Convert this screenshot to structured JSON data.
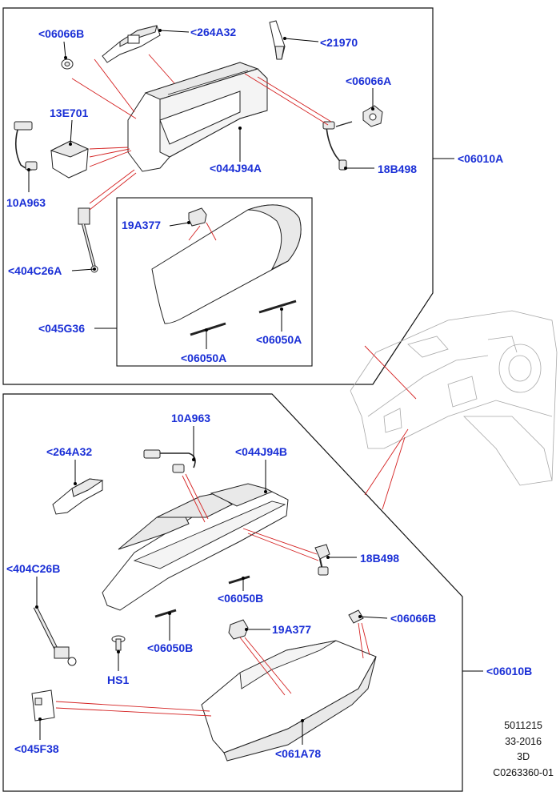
{
  "labels": {
    "a_06066B": "<06066B",
    "a_264A32": "<264A32",
    "a_21970": "<21970",
    "a_06066A": "<06066A",
    "a_13E701": "13E701",
    "a_10A963": "10A963",
    "a_044J94A": "<044J94A",
    "a_18B498": "18B498",
    "a_06010A": "<06010A",
    "a_19A377": "19A377",
    "a_404C26A": "<404C26A",
    "a_045G36": "<045G36",
    "a_06050A_1": "<06050A",
    "a_06050A_2": "<06050A",
    "b_10A963": "10A963",
    "b_264A32": "<264A32",
    "b_044J94B": "<044J94B",
    "b_18B498": "18B498",
    "b_404C26B": "<404C26B",
    "b_06050B_1": "<06050B",
    "b_06050B_2": "<06050B",
    "b_19A377": "19A377",
    "b_06066B": "<06066B",
    "b_HS1": "HS1",
    "b_06010B": "<06010B",
    "b_045F38": "<045F38",
    "b_061A78": "<061A78"
  },
  "meta": {
    "line1": "5011215",
    "line2": "33-2016",
    "line3": "3D",
    "line4": "C0263360-01"
  }
}
